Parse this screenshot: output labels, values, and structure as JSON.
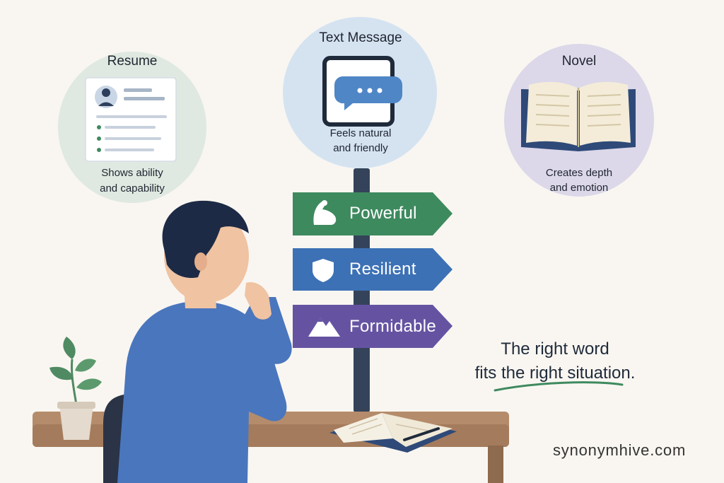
{
  "bubbles": {
    "resume": {
      "title": "Resume",
      "caption_line1": "Shows ability",
      "caption_line2": "and capability"
    },
    "text_message": {
      "title": "Text Message",
      "caption_line1": "Feels natural",
      "caption_line2": "and friendly"
    },
    "novel": {
      "title": "Novel",
      "caption_line1": "Creates depth",
      "caption_line2": "and emotion"
    }
  },
  "signpost": {
    "signs": [
      {
        "label": "Powerful",
        "icon": "flexed-bicep-icon",
        "color": "#3e8a5f"
      },
      {
        "label": "Resilient",
        "icon": "shield-icon",
        "color": "#3d71b5"
      },
      {
        "label": "Formidable",
        "icon": "mountain-icon",
        "color": "#6553a2"
      }
    ]
  },
  "tagline": {
    "line1": "The right word",
    "line2": "fits the right situation."
  },
  "brand": {
    "text": "synonymhive.com"
  },
  "colors": {
    "background": "#f9f6f1",
    "resume_bubble": "#dfe9e1",
    "text_bubble": "#d5e3f1",
    "novel_bubble": "#dcd8e9",
    "shirt": "#4a76bd",
    "accent_underline": "#3e8a5f"
  }
}
